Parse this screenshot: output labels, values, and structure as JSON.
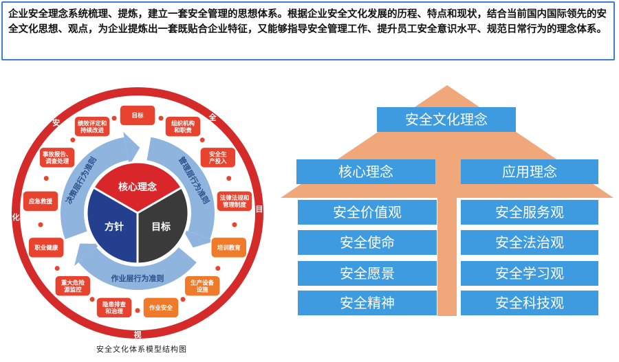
{
  "intro_text": "企业安全理念系统梳理、提炼，建立一套安全管理的思想体系。根据企业安全文化发展的历程、特点和现状，结合当前国内国际领先的安全文化思想、观点，为企业提炼出一套既贴合企业特征，又能够指导安全管理工作、提升员工安全意识水平、规范日常行为的理念体系。",
  "wheel": {
    "ring_chars": [
      "安",
      "全",
      "目",
      "视",
      "化"
    ],
    "center": {
      "top": "核心理念",
      "left": "方针",
      "right": "目标"
    },
    "arrows": [
      "决策层行为准则",
      "管理层行为准则",
      "作业层行为准则"
    ],
    "items": [
      "目标",
      "组织机构\n和职责",
      "安全生\n产投入",
      "法律法规和\n管理制度",
      "培训教育",
      "生产设备\n设施",
      "作业安全",
      "隐患排查\n和治理",
      "重大危险\n源监控",
      "职业健康",
      "应急救援",
      "事故报告、\n调查处理",
      "绩效评定和\n持续改进"
    ],
    "colors": {
      "ring": "#d42a2a",
      "item": "#e8432f",
      "item_orange": "#ee7a2a",
      "arrow": "#8fb4de",
      "core_red": "#d9262b",
      "core_blue": "#243f8e",
      "core_dark": "#3a3a3a"
    }
  },
  "house": {
    "top": "安全文化理念",
    "left_head": "核心理念",
    "right_head": "应用理念",
    "left_items": [
      "安全价值观",
      "安全使命",
      "安全愿景",
      "安全精神"
    ],
    "right_items": [
      "安全服务观",
      "安全法治观",
      "安全学习观",
      "安全科技观"
    ],
    "colors": {
      "roof": "#f0a77a",
      "box": "#3f9be0",
      "text": "#ffffff"
    }
  },
  "caption": "安全文化体系模型结构图"
}
